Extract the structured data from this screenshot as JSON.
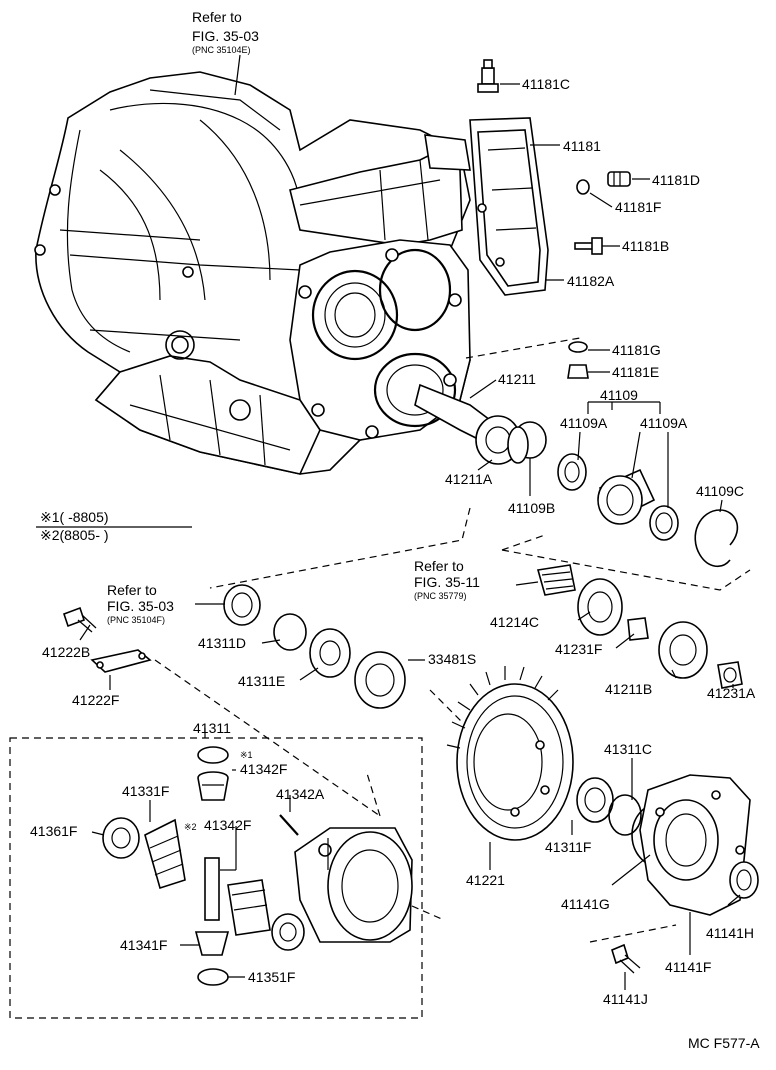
{
  "refs": {
    "top": {
      "line1": "Refer to",
      "line2": "FIG. 35-03",
      "pnc": "(PNC 35104E)"
    },
    "left": {
      "line1": "Refer to",
      "line2": "FIG. 35-03",
      "pnc": "(PNC 35104F)"
    },
    "mid": {
      "line1": "Refer to",
      "line2": "FIG. 35-11",
      "pnc": "(PNC 35779)"
    }
  },
  "notes": {
    "n1": "※1(       -8805)",
    "n2": "※2(8805-         )",
    "mark1": "※1",
    "mark2": "※2"
  },
  "parts": {
    "p41181C": "41181C",
    "p41181": "41181",
    "p41181D": "41181D",
    "p41181F": "41181F",
    "p41181B": "41181B",
    "p41182A": "41182A",
    "p41181G": "41181G",
    "p41181E": "41181E",
    "p41211": "41211",
    "p41109": "41109",
    "p41109A_1": "41109A",
    "p41109A_2": "41109A",
    "p41211A": "41211A",
    "p41109B": "41109B",
    "p41109C": "41109C",
    "p41214C": "41214C",
    "p41231F": "41231F",
    "p41211B": "41211B",
    "p41231A": "41231A",
    "p41222B": "41222B",
    "p41222F": "41222F",
    "p41311D": "41311D",
    "p41311E": "41311E",
    "p33481S": "33481S",
    "p41311": "41311",
    "p41342F_1": "41342F",
    "p41342A": "41342A",
    "p41331F": "41331F",
    "p41361F": "41361F",
    "p41342F_2": "41342F",
    "p41341F": "41341F",
    "p41351F": "41351F",
    "p41221": "41221",
    "p41311C": "41311C",
    "p41311F": "41311F",
    "p41141G": "41141G",
    "p41141H": "41141H",
    "p41141F": "41141F",
    "p41141J": "41141J"
  },
  "footer": {
    "code": "MC F577-A"
  }
}
